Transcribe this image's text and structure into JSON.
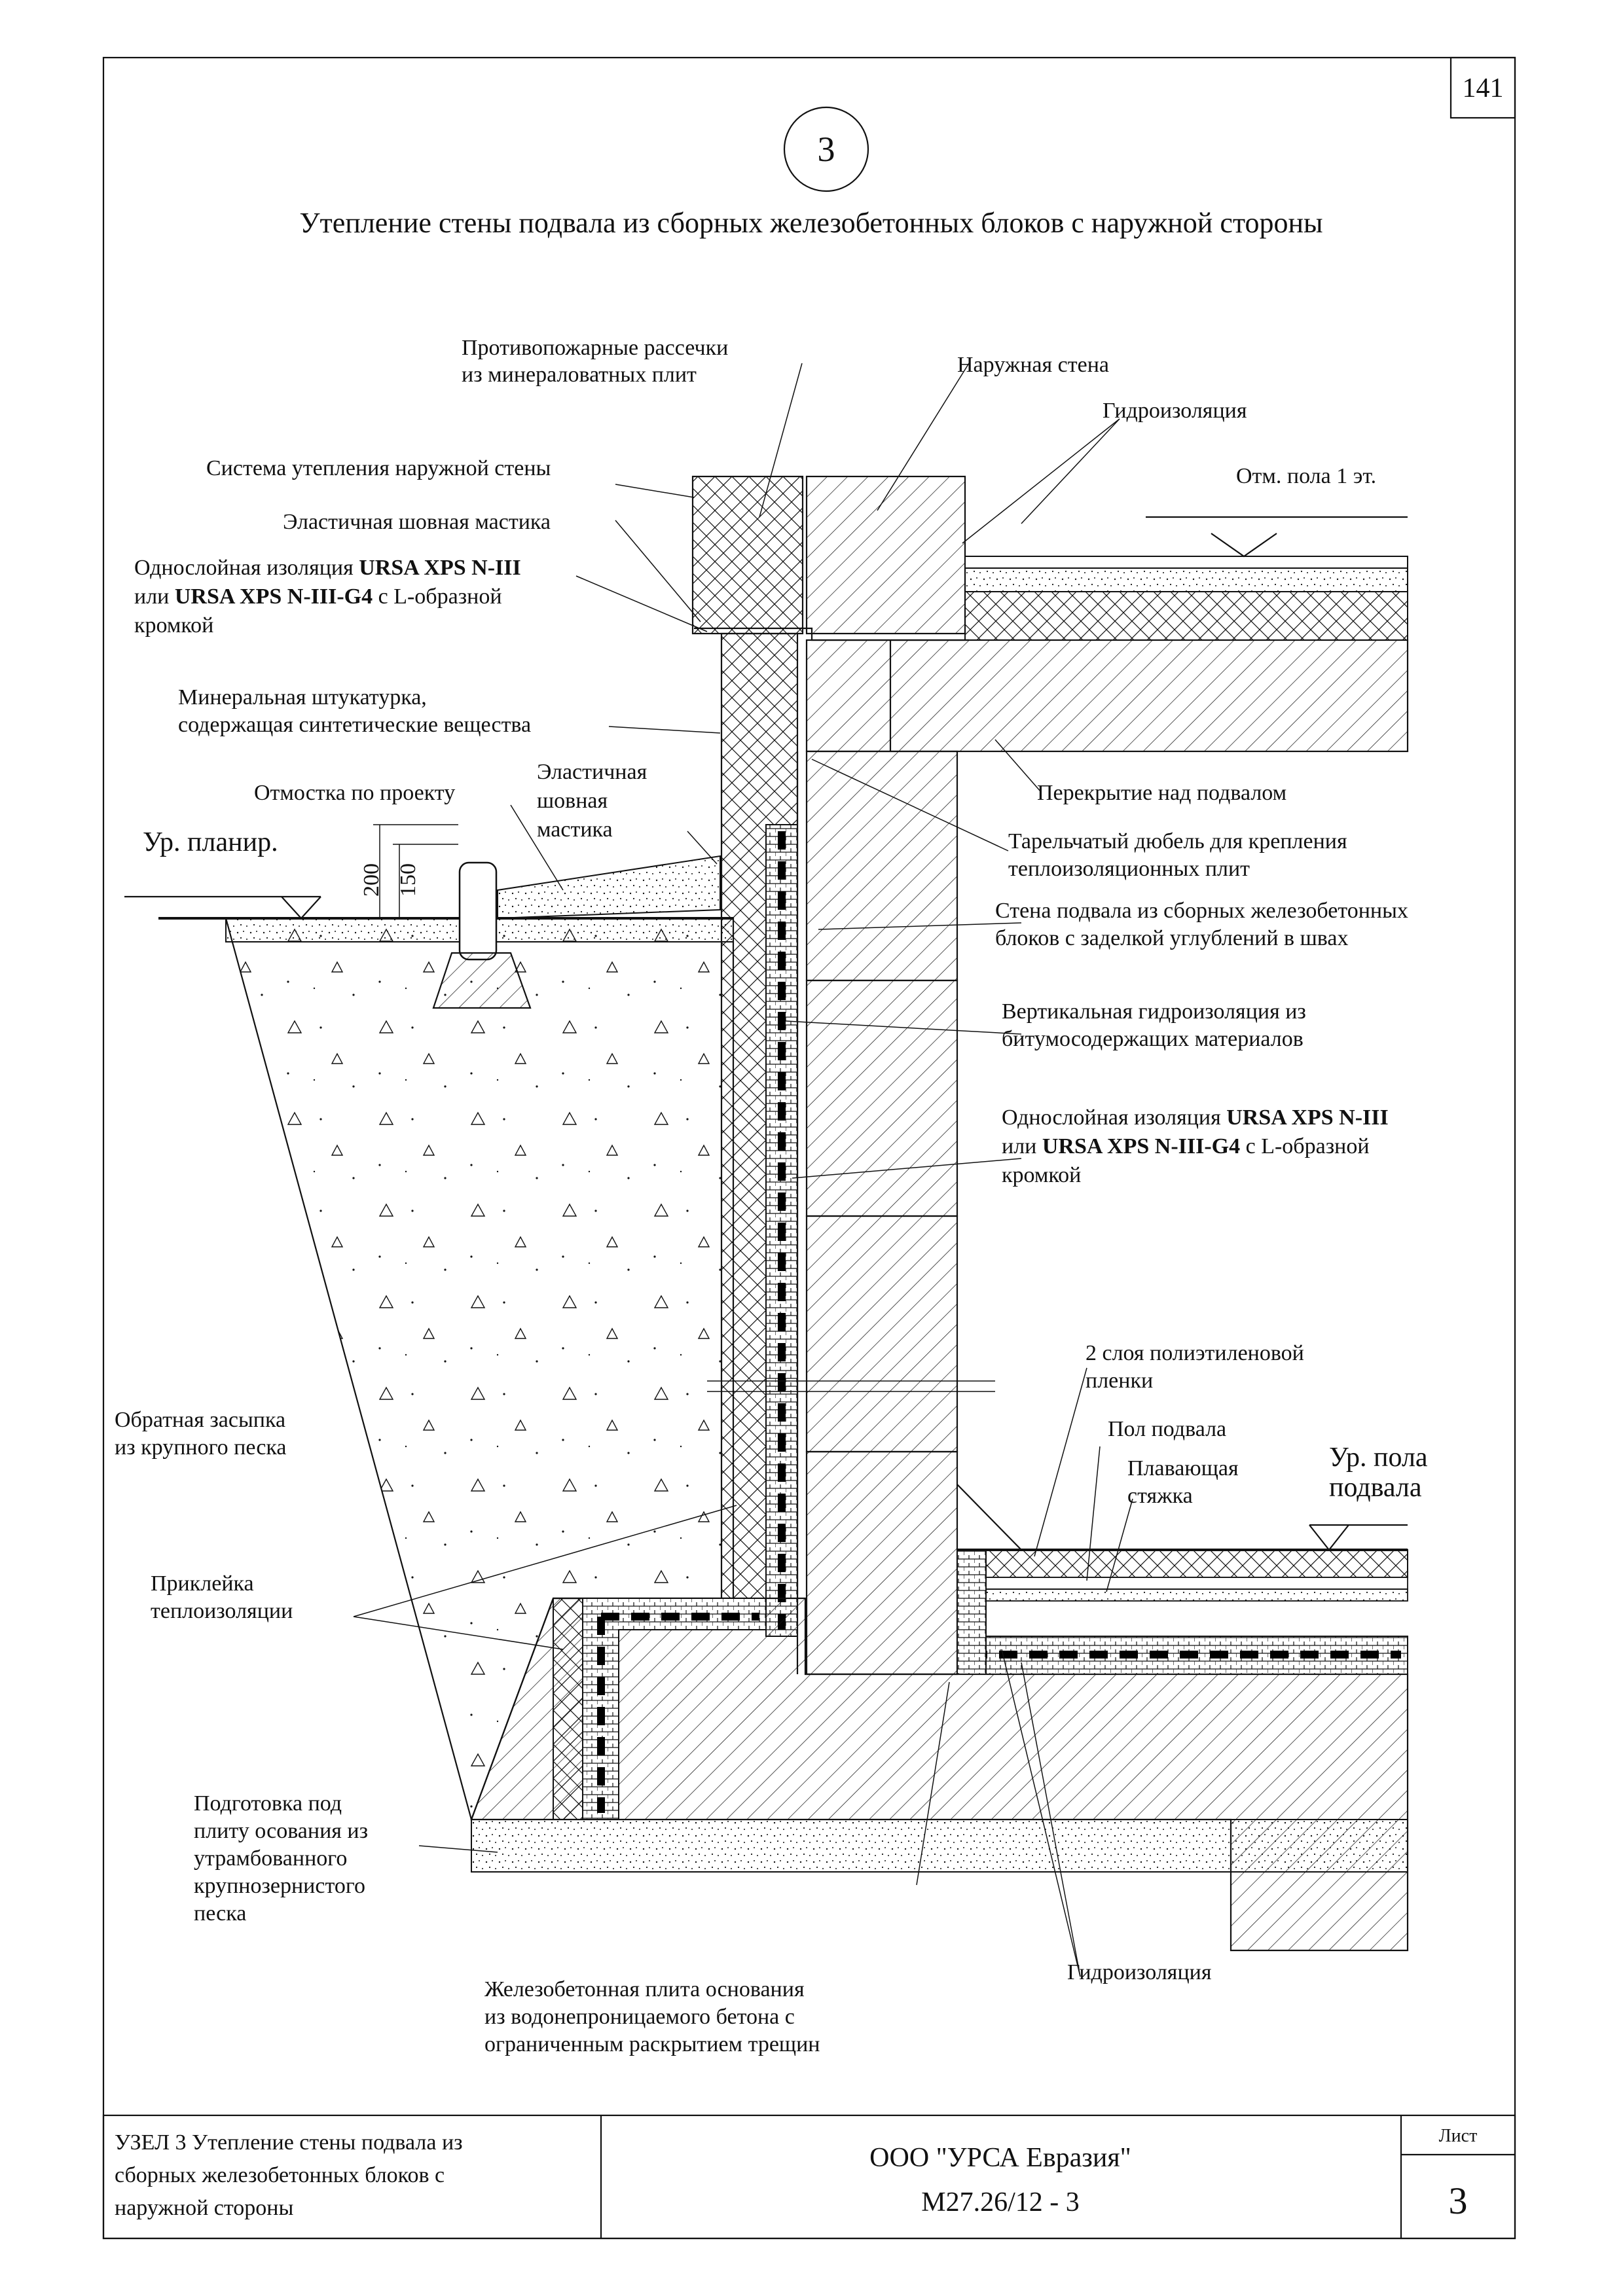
{
  "sheet": {
    "page_number": "141",
    "node_number": "3",
    "title": "Утепление стены подвала из сборных железобетонных блоков с наружной стороны"
  },
  "labels": {
    "fire_breaks_1": "Противопожарные рассечки",
    "fire_breaks_2": "из минераловатных плит",
    "outer_wall": "Наружная стена",
    "waterproofing_top": "Гидроизоляция",
    "floor_mark": "Отм. пола 1 эт.",
    "insulation_system": "Система утепления наружной стены",
    "elastic_mastic_top": "Эластичная шовная мастика",
    "single_layer_top_1a": "Однослойная изоляция ",
    "single_layer_top_1b": "URSA XPS N-III",
    "single_layer_top_2a": "или ",
    "single_layer_top_2b": "URSA XPS N-III-G4",
    "single_layer_top_2c": " с L-образной",
    "single_layer_top_3": "кромкой",
    "mineral_plaster_1": "Минеральная штукатурка,",
    "mineral_plaster_2": "содержащая синтетические вещества",
    "blind_area": "Отмостка по проекту",
    "elastic_mastic_mid_1": "Эластичная",
    "elastic_mastic_mid_2": "шовная",
    "elastic_mastic_mid_3": "мастика",
    "grade_level": "Ур. планир.",
    "dim_200": "200",
    "dim_150": "150",
    "slab_over_basement": "Перекрытие над подвалом",
    "dowel_1": "Тарельчатый дюбель для крепления",
    "dowel_2": "теплоизоляционных плит",
    "basement_wall_1": "Стена подвала из сборных железобетонных",
    "basement_wall_2": "блоков с заделкой углублений в швах",
    "vertical_wp_1": "Вертикальная гидроизоляция из",
    "vertical_wp_2": "битумосодержащих материалов",
    "single_layer_mid_1a": "Однослойная изоляция ",
    "single_layer_mid_1b": "URSA XPS N-III",
    "single_layer_mid_2a": "или ",
    "single_layer_mid_2b": "URSA XPS N-III-G4",
    "single_layer_mid_2c": " с L-образной",
    "single_layer_mid_3": "кромкой",
    "pe_film_1": "2 слоя полиэтиленовой",
    "pe_film_2": "пленки",
    "basement_floor": "Пол подвала",
    "floating_screed_1": "Плавающая",
    "floating_screed_2": "стяжка",
    "basement_floor_level_1": "Ур. пола",
    "basement_floor_level_2": "подвала",
    "backfill_1": "Обратная засыпка",
    "backfill_2": "из крупного песка",
    "gluing_1": "Приклейка",
    "gluing_2": "теплоизоляции",
    "prep_1": "Подготовка под",
    "prep_2": "плиту осования из",
    "prep_3": "утрамбованного",
    "prep_4": "крупнозернистого",
    "prep_5": "песка",
    "base_slab_1": "Железобетонная плита основания",
    "base_slab_2": "из водонепроницаемого бетона с",
    "base_slab_3": "ограниченным раскрытием трещин",
    "waterproofing_bottom": "Гидроизоляция"
  },
  "title_block": {
    "node_1": "УЗЕЛ 3 Утепление стены подвала из",
    "node_2": "сборных железобетонных блоков с",
    "node_3": "наружной стороны",
    "company": "ООО \"УРСА Евразия\"",
    "code": "М27.26/12 - 3",
    "sheet_label": "Лист",
    "sheet_no": "3"
  },
  "colors": {
    "ink": "#111111",
    "paper": "#ffffff",
    "insulation_band": "#000000"
  }
}
